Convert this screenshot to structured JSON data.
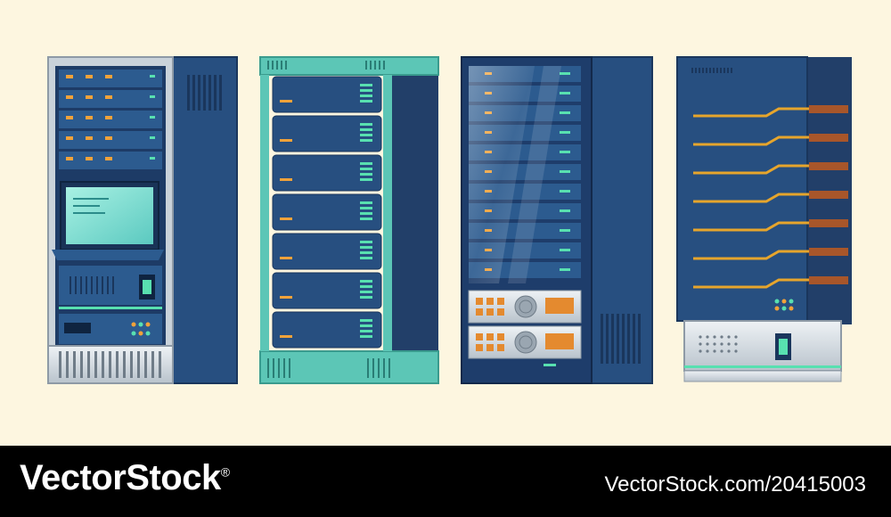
{
  "footer": {
    "brand": "VectorStock",
    "registered_mark": "®",
    "stock_id": "VectorStock.com/20415003"
  },
  "colors": {
    "background": "#fdf6e0",
    "rack_dark": "#1e3d6b",
    "rack_mid": "#2a5a8c",
    "rack_light": "#3f77a8",
    "teal_frame": "#5cc6b6",
    "led_orange": "#f2a23a",
    "led_green": "#58e0b0",
    "screen": "#7ee3d0",
    "silver": "#d4dbe2",
    "gold_stripe": "#e6a52c",
    "rust_stripe": "#a8562a",
    "footer": "#000000"
  },
  "racks": [
    {
      "name": "server-rack-1",
      "description_icon": "rack-with-monitor-icon"
    },
    {
      "name": "server-rack-2",
      "description_icon": "open-frame-rack-icon"
    },
    {
      "name": "server-rack-3",
      "description_icon": "glass-door-rack-icon"
    },
    {
      "name": "server-rack-4",
      "description_icon": "closed-cabinet-rack-icon"
    }
  ]
}
